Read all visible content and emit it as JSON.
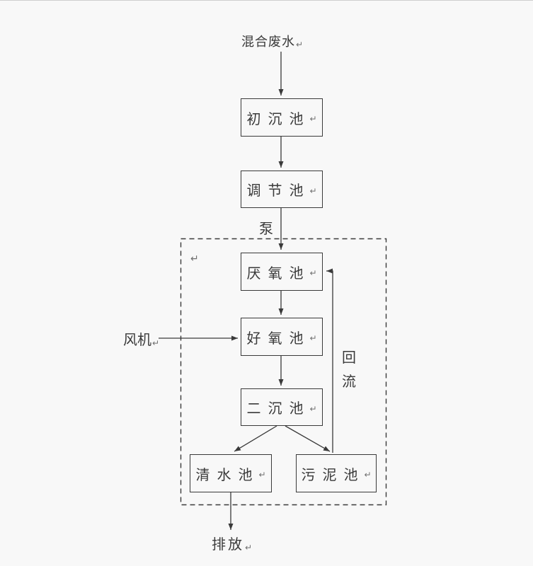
{
  "diagram": {
    "source_label": "混合废水",
    "nodes": [
      {
        "id": "primary-sedimentation-tank",
        "label": "初沉池"
      },
      {
        "id": "regulation-tank",
        "label": "调节池"
      },
      {
        "id": "anaerobic-tank",
        "label": "厌氧池"
      },
      {
        "id": "aerobic-tank",
        "label": "好氧池"
      },
      {
        "id": "secondary-sedimentation-tank",
        "label": "二沉池"
      },
      {
        "id": "clean-water-tank",
        "label": "清水池"
      },
      {
        "id": "sludge-tank",
        "label": "污泥池"
      }
    ],
    "edge_labels": {
      "pump": "泵",
      "fan": "风机",
      "reflux_char_1": "回",
      "reflux_char_2": "流",
      "discharge": "排放"
    },
    "marks": {
      "return_mark": "↵"
    },
    "colors": {
      "ink": "#3a3a3a",
      "background": "#f8f8f8"
    }
  }
}
